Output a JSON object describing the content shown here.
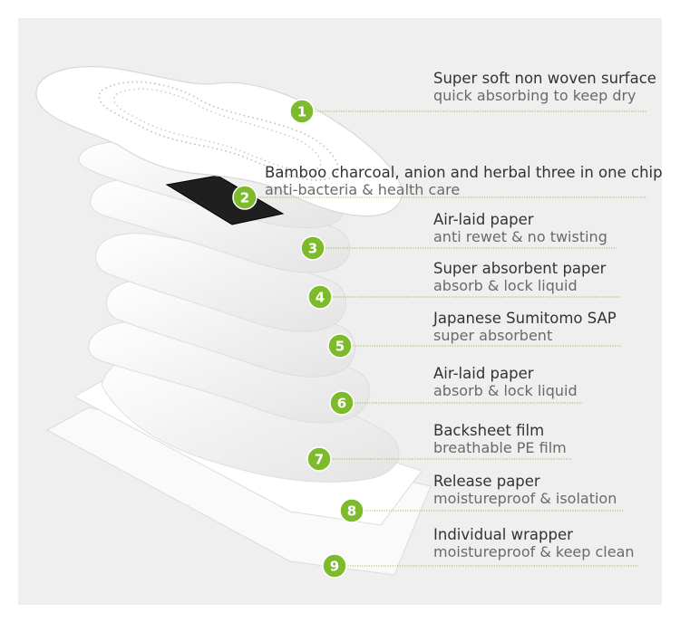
{
  "accent_color": "#7dbb2c",
  "layers": [
    {
      "number": "1",
      "title": "Super soft non woven surface",
      "subtitle": "quick absorbing to keep dry"
    },
    {
      "number": "2",
      "title": "Bamboo charcoal, anion and herbal three in one chip",
      "subtitle": "anti-bacteria & health care"
    },
    {
      "number": "3",
      "title": "Air-laid paper",
      "subtitle": "anti rewet & no twisting"
    },
    {
      "number": "4",
      "title": "Super absorbent paper",
      "subtitle": "absorb & lock liquid"
    },
    {
      "number": "5",
      "title": "Japanese Sumitomo SAP",
      "subtitle": "super absorbent"
    },
    {
      "number": "6",
      "title": "Air-laid paper",
      "subtitle": "absorb & lock liquid"
    },
    {
      "number": "7",
      "title": "Backsheet film",
      "subtitle": "breathable PE film"
    },
    {
      "number": "8",
      "title": "Release paper",
      "subtitle": "moistureproof & isolation"
    },
    {
      "number": "9",
      "title": "Individual wrapper",
      "subtitle": "moistureproof & keep clean"
    }
  ]
}
